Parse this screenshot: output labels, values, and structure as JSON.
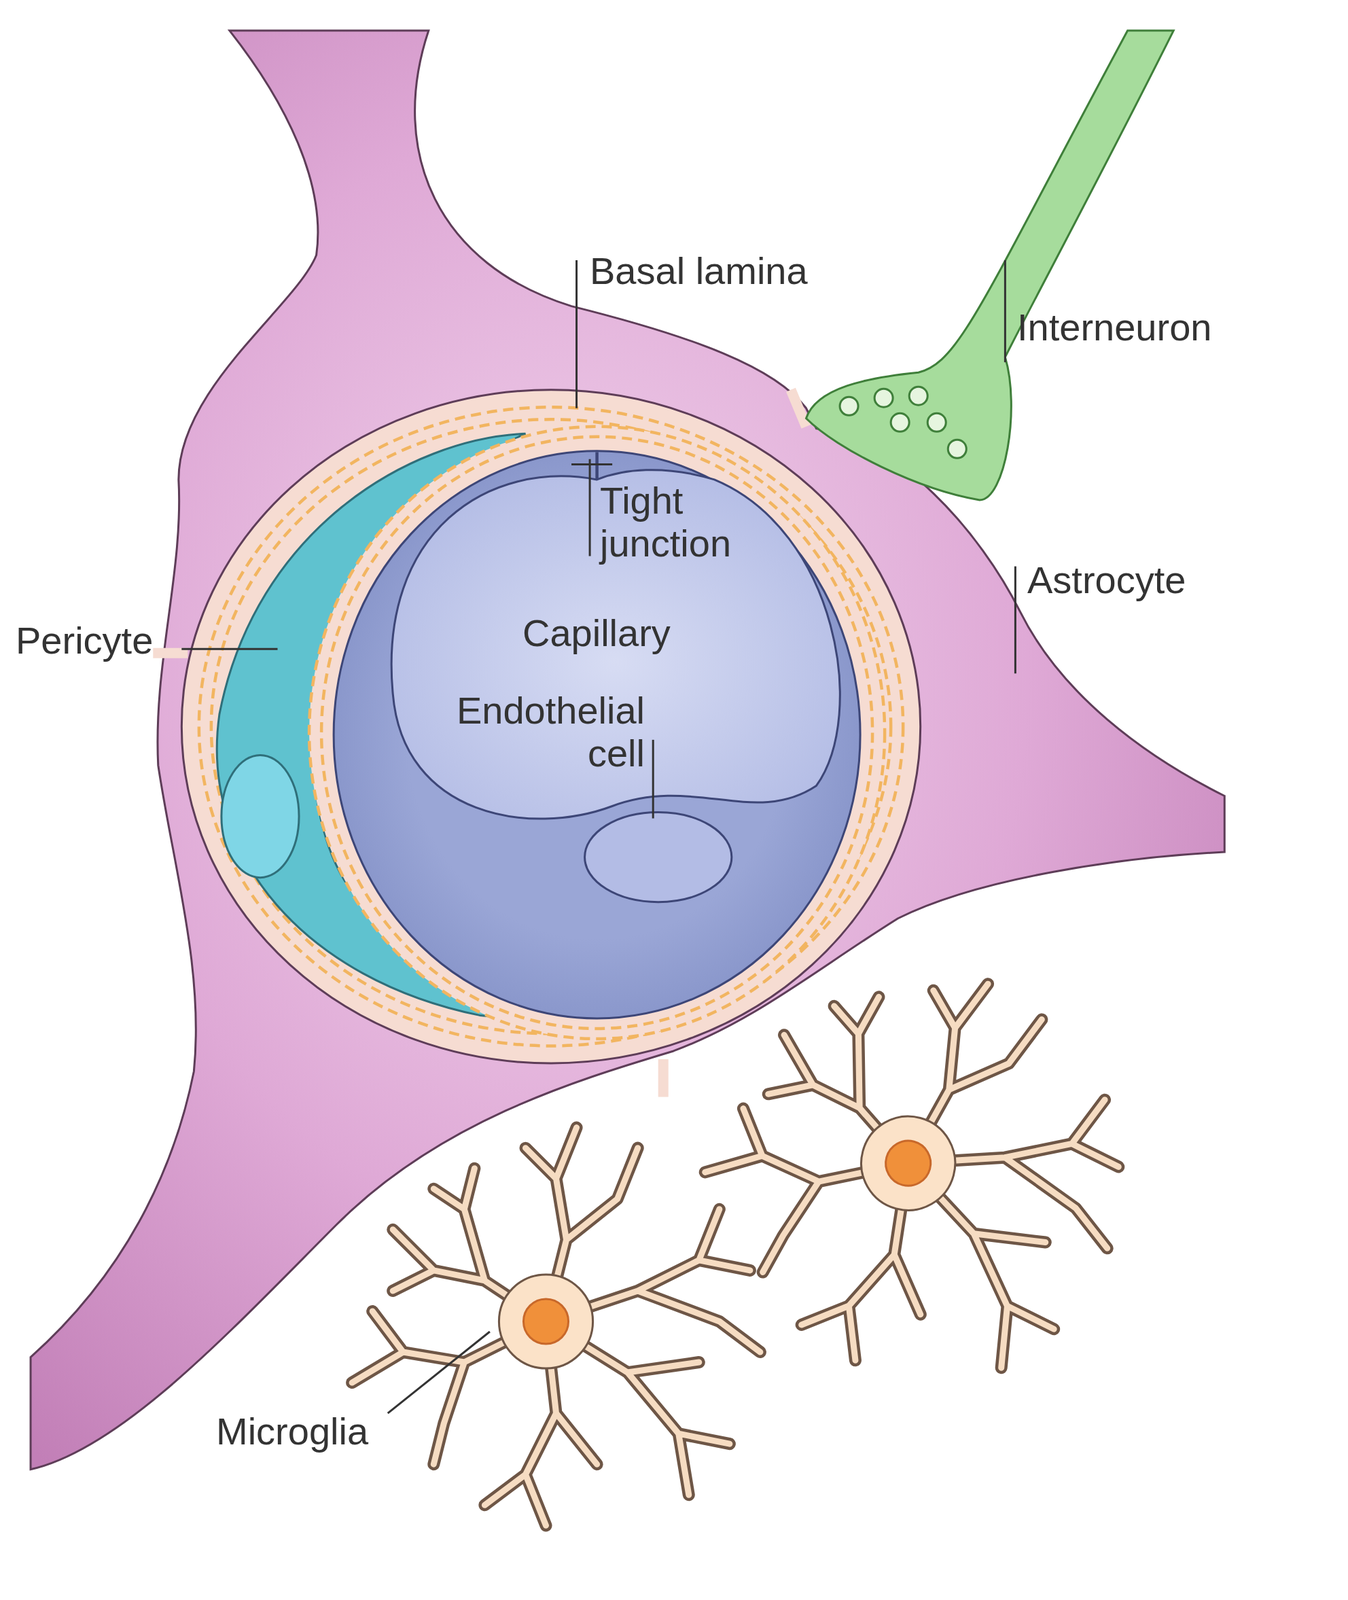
{
  "diagram": {
    "labels": [
      "Basal lamina",
      "Interneuron",
      "Tight junction",
      "Capillary",
      "Astrocyte",
      "Pericyte",
      "Endothelial cell",
      "Microglia"
    ]
  }
}
